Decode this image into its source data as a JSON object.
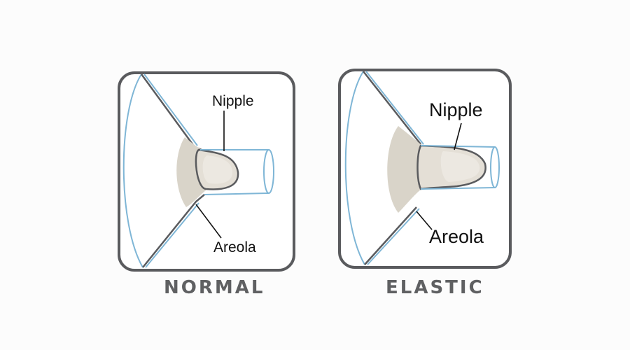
{
  "panels": [
    {
      "id": "normal",
      "caption": "NORMAL",
      "nipple_label": "Nipple",
      "areola_label": "Areola"
    },
    {
      "id": "elastic",
      "caption": "ELASTIC",
      "nipple_label": "Nipple",
      "areola_label": "Areola"
    }
  ],
  "colors": {
    "frame": "#5a5b5e",
    "funnel_outline": "#7fb6d6",
    "tissue_fill": "#d9d4c9",
    "tissue_highlight": "#ece8e1",
    "caption": "#5f6062",
    "label_text": "#111111"
  }
}
